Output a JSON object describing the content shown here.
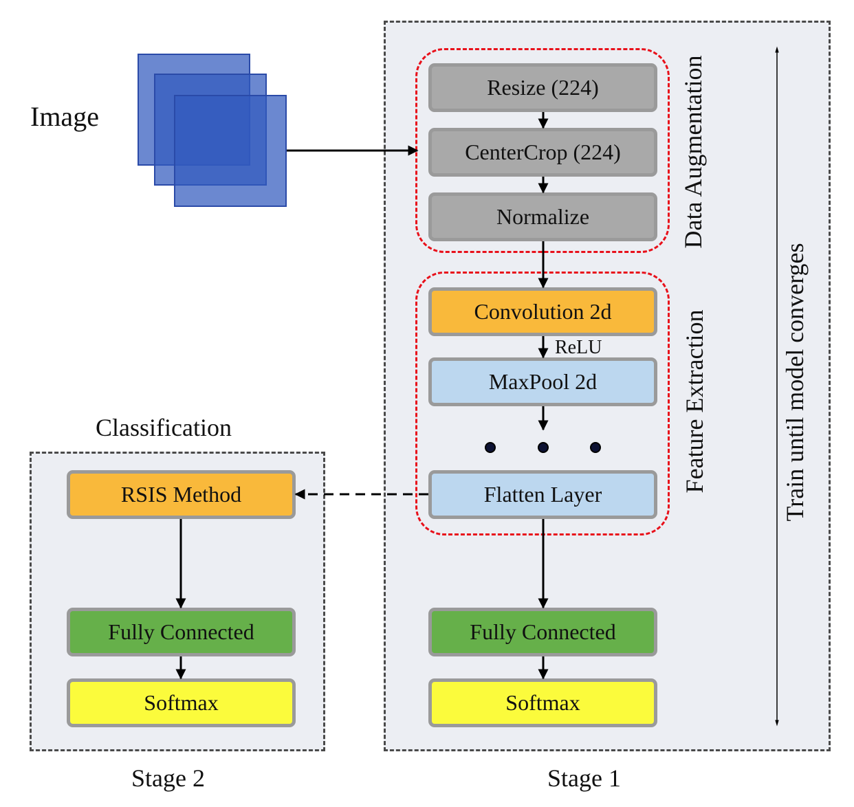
{
  "input": {
    "label": "Image"
  },
  "stage1": {
    "caption": "Stage 1",
    "side_label": "Train until model converges",
    "data_augmentation": {
      "title": "Data Augmentation",
      "steps": [
        "Resize (224)",
        "CenterCrop (224)",
        "Normalize"
      ]
    },
    "feature_extraction": {
      "title": "Feature Extraction",
      "conv": "Convolution 2d",
      "activation": "ReLU",
      "pool": "MaxPool 2d",
      "flatten": "Flatten Layer"
    },
    "fully_connected": "Fully Connected",
    "softmax": "Softmax"
  },
  "stage2": {
    "caption": "Stage 2",
    "title": "Classification",
    "method": "RSIS Method",
    "fully_connected": "Fully Connected",
    "softmax": "Softmax"
  },
  "colors": {
    "panel": "#eceef3",
    "augmentation_box": "#a9a9a9",
    "convolution_box": "#f9b93b",
    "pool_box": "#bcd7ef",
    "fully_connected_box": "#66b04a",
    "softmax_box": "#fbfb3c",
    "group_outline": "#e8101a",
    "image_stack": "#3a62c0"
  }
}
